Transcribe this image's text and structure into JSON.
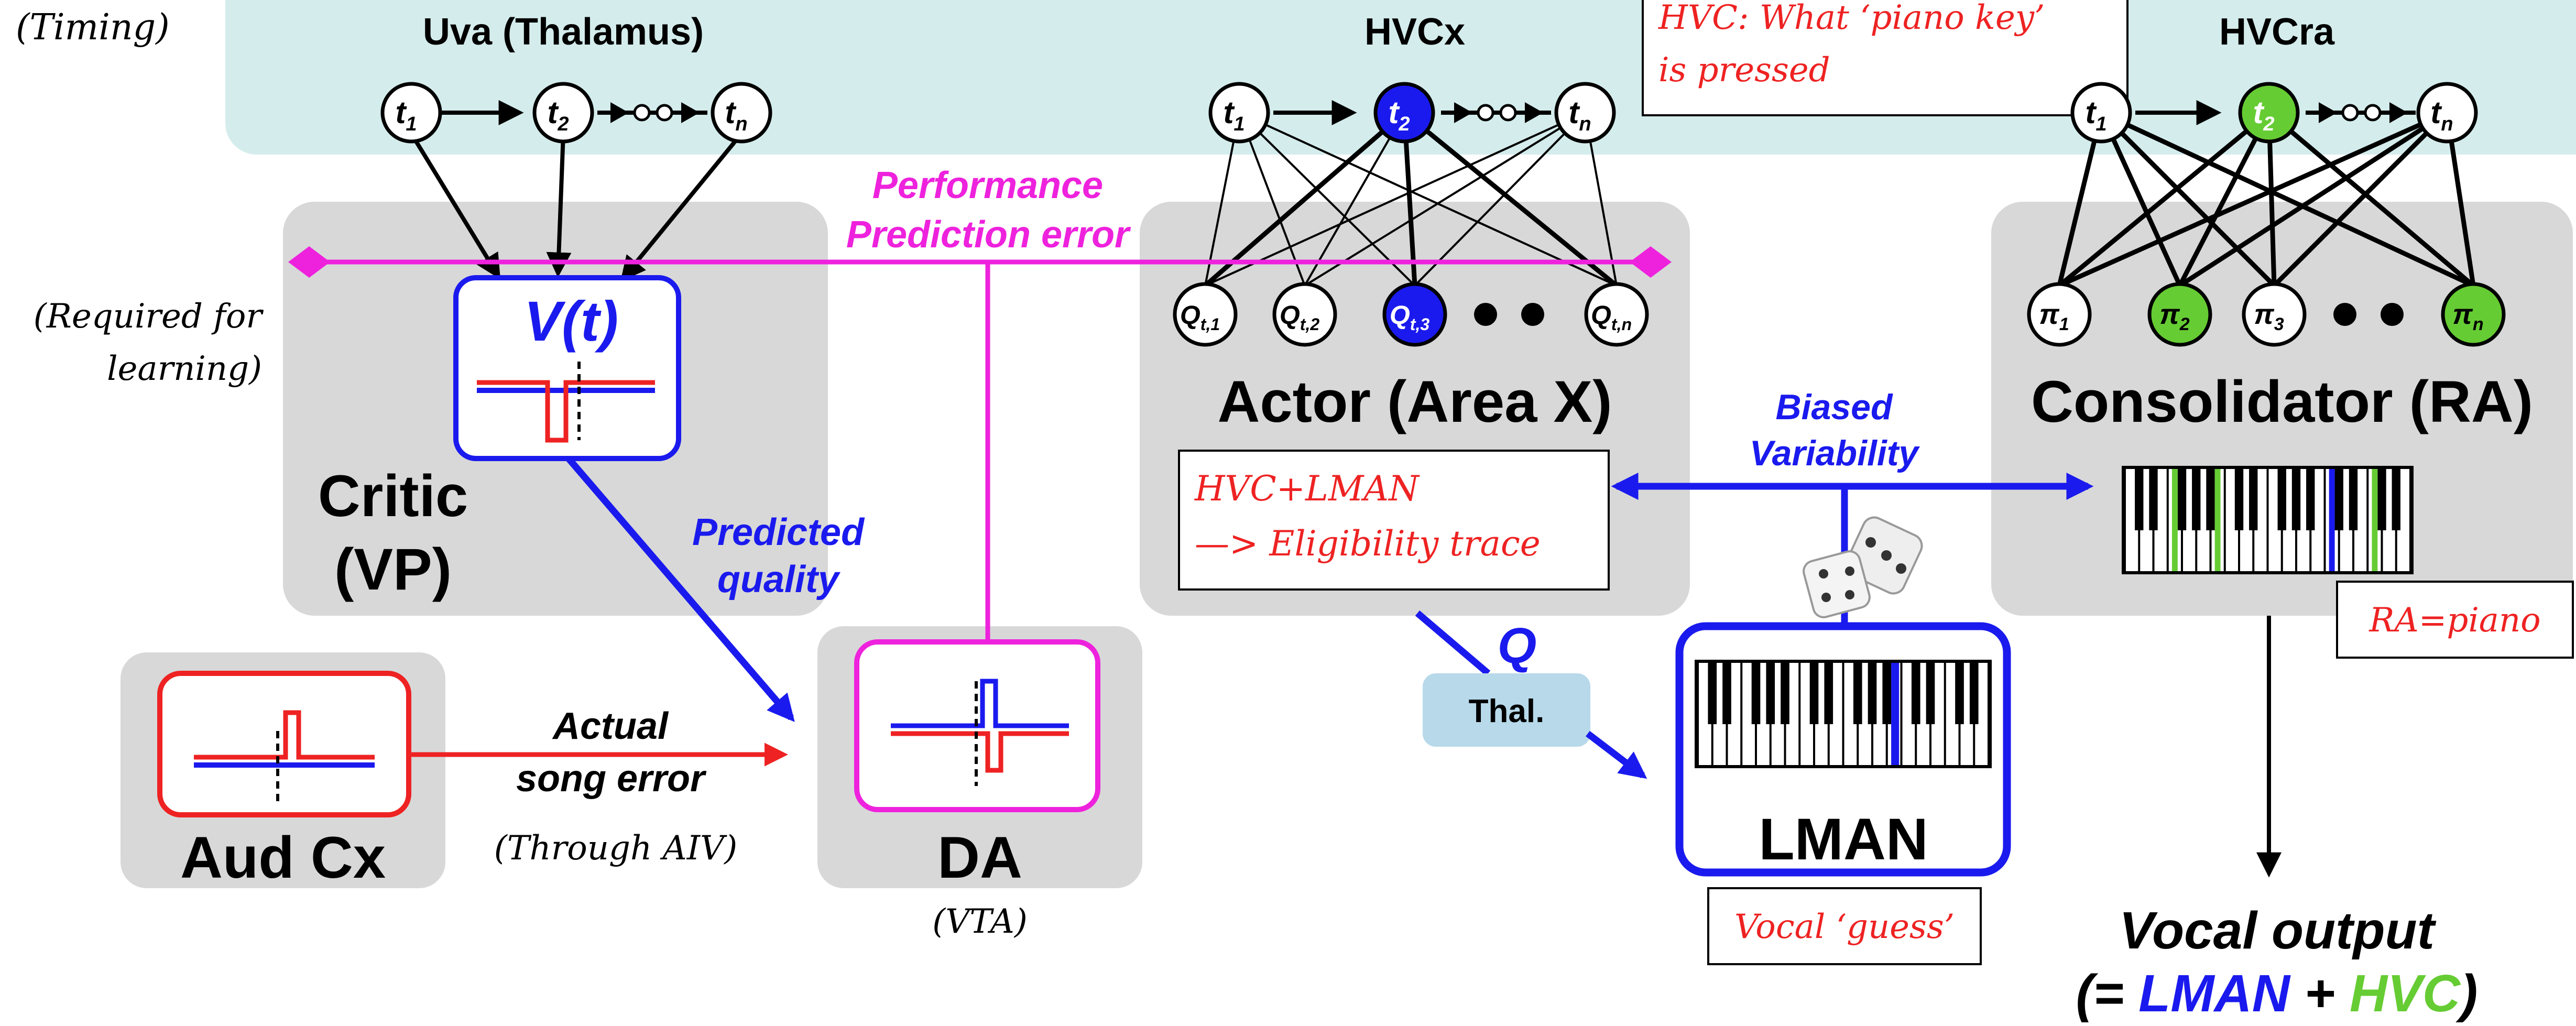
{
  "colors": {
    "teal_band": "#d4ecec",
    "gray_box": "#d8d8d8",
    "blue": "#1a1aee",
    "magenta": "#ee22dd",
    "red": "#ee2222",
    "green": "#66cc33",
    "thal_box": "#b7d9ea"
  },
  "annotations": {
    "timing": "(Timing)",
    "required_1": "(Required for",
    "required_2": "learning)",
    "hvc_note_1": "HVC: What ‘piano key’",
    "hvc_note_2": "is pressed",
    "hvc_lman_1": "HVC+LMAN",
    "hvc_lman_2": "—> Eligibility trace",
    "ra_piano": "RA=piano",
    "vocal_guess": "Vocal ‘guess’",
    "through_aiv": "(Through AIV)",
    "vta": "(VTA)"
  },
  "groups": {
    "uva": "Uva (Thalamus)",
    "hvcx": "HVCx",
    "hvcra": "HVCra"
  },
  "nodes": {
    "t1": "t",
    "t1_sub": "1",
    "t2": "t",
    "t2_sub": "2",
    "tn": "t",
    "tn_sub": "n",
    "q1": "Q",
    "q1_sub": "t,1",
    "q2": "Q",
    "q2_sub": "t,2",
    "q3": "Q",
    "q3_sub": "t,3",
    "qn": "Q",
    "qn_sub": "t,n",
    "pi1": "π",
    "pi1_sub": "1",
    "pi2": "π",
    "pi2_sub": "2",
    "pi3": "π",
    "pi3_sub": "3",
    "pin": "π",
    "pin_sub": "n"
  },
  "boxes": {
    "critic_1": "Critic",
    "critic_2": "(VP)",
    "vt": "V(t)",
    "actor": "Actor (Area X)",
    "consolidator": "Consolidator (RA)",
    "aud_cx": "Aud Cx",
    "da": "DA",
    "lman": "LMAN",
    "thal": "Thal."
  },
  "labels": {
    "performance_1": "Performance",
    "performance_2": "Prediction error",
    "predicted_1": "Predicted",
    "predicted_2": "quality",
    "actual_1": "Actual",
    "actual_2": "song error",
    "biased_1": "Biased",
    "biased_2": "Variability",
    "q": "Q",
    "vocal_output": "Vocal output",
    "eq_open": "(= ",
    "eq_lman": "LMAN",
    "eq_plus": " + ",
    "eq_hvc": "HVC",
    "eq_close": ")"
  }
}
